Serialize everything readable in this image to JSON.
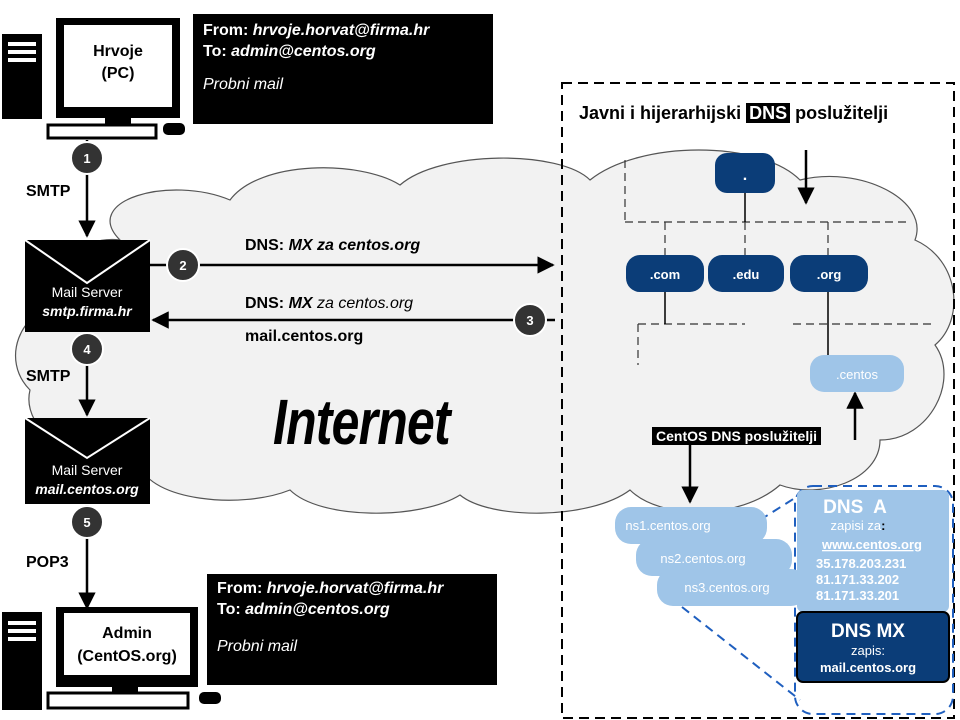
{
  "top_note": {
    "from_label": "From:",
    "from_value": "hrvoje.horvat@firma.hr",
    "to_label": "To:",
    "to_value": "admin@centos.org",
    "body": "Probni mail"
  },
  "bottom_note": {
    "from_label": "From:",
    "from_value": "hrvoje.horvat@firma.hr",
    "to_label": "To:",
    "to_value": "admin@centos.org",
    "body": "Probni mail"
  },
  "pc_top": {
    "name": "Hrvoje",
    "sub": "(PC)"
  },
  "pc_bottom": {
    "name": "Admin",
    "sub": "(CentOS.org)"
  },
  "mail_server_1": {
    "title": "Mail Server",
    "host": "smtp.firma.hr"
  },
  "mail_server_2": {
    "title": "Mail Server",
    "host": "mail.centos.org"
  },
  "steps": [
    "1",
    "2",
    "3",
    "4",
    "5"
  ],
  "protocols": {
    "smtp1": "SMTP",
    "smtp2": "SMTP",
    "pop3": "POP3"
  },
  "query": {
    "prefix": "DNS:",
    "value": "MX za centos.org"
  },
  "reply": {
    "prefix": "DNS:",
    "mx": "MX",
    "rest": "za centos.org",
    "answer": "mail.centos.org"
  },
  "internet_label": "Internet",
  "dns_box": {
    "title_before": "Javni i hijerarhijski",
    "title_hl": "DNS",
    "title_after": "poslužitelji"
  },
  "dns_tree": {
    "root": ".",
    "tlds": [
      ".com",
      ".edu",
      ".org"
    ],
    "sld": ".centos"
  },
  "centos_dns_label": "CentOS DNS poslužitelji",
  "ns_servers": [
    "ns1.centos.org",
    "ns2.centos.org",
    "ns3.centos.org"
  ],
  "dns_a": {
    "title": "DNS  A",
    "subtitle": "zapisi za",
    "colon": ":",
    "host": "www.centos.org",
    "ips": [
      "35.178.203.231",
      "81.171.33.202",
      "81.171.33.201"
    ]
  },
  "dns_mx": {
    "title": "DNS MX",
    "subtitle": "zapis:",
    "value": "mail.centos.org"
  },
  "colors": {
    "dark_blue": "#0b3d78",
    "light_blue": "#9fc5e8",
    "dashed_blue": "#1f5fbf",
    "cloud": "#f2f2f2"
  }
}
